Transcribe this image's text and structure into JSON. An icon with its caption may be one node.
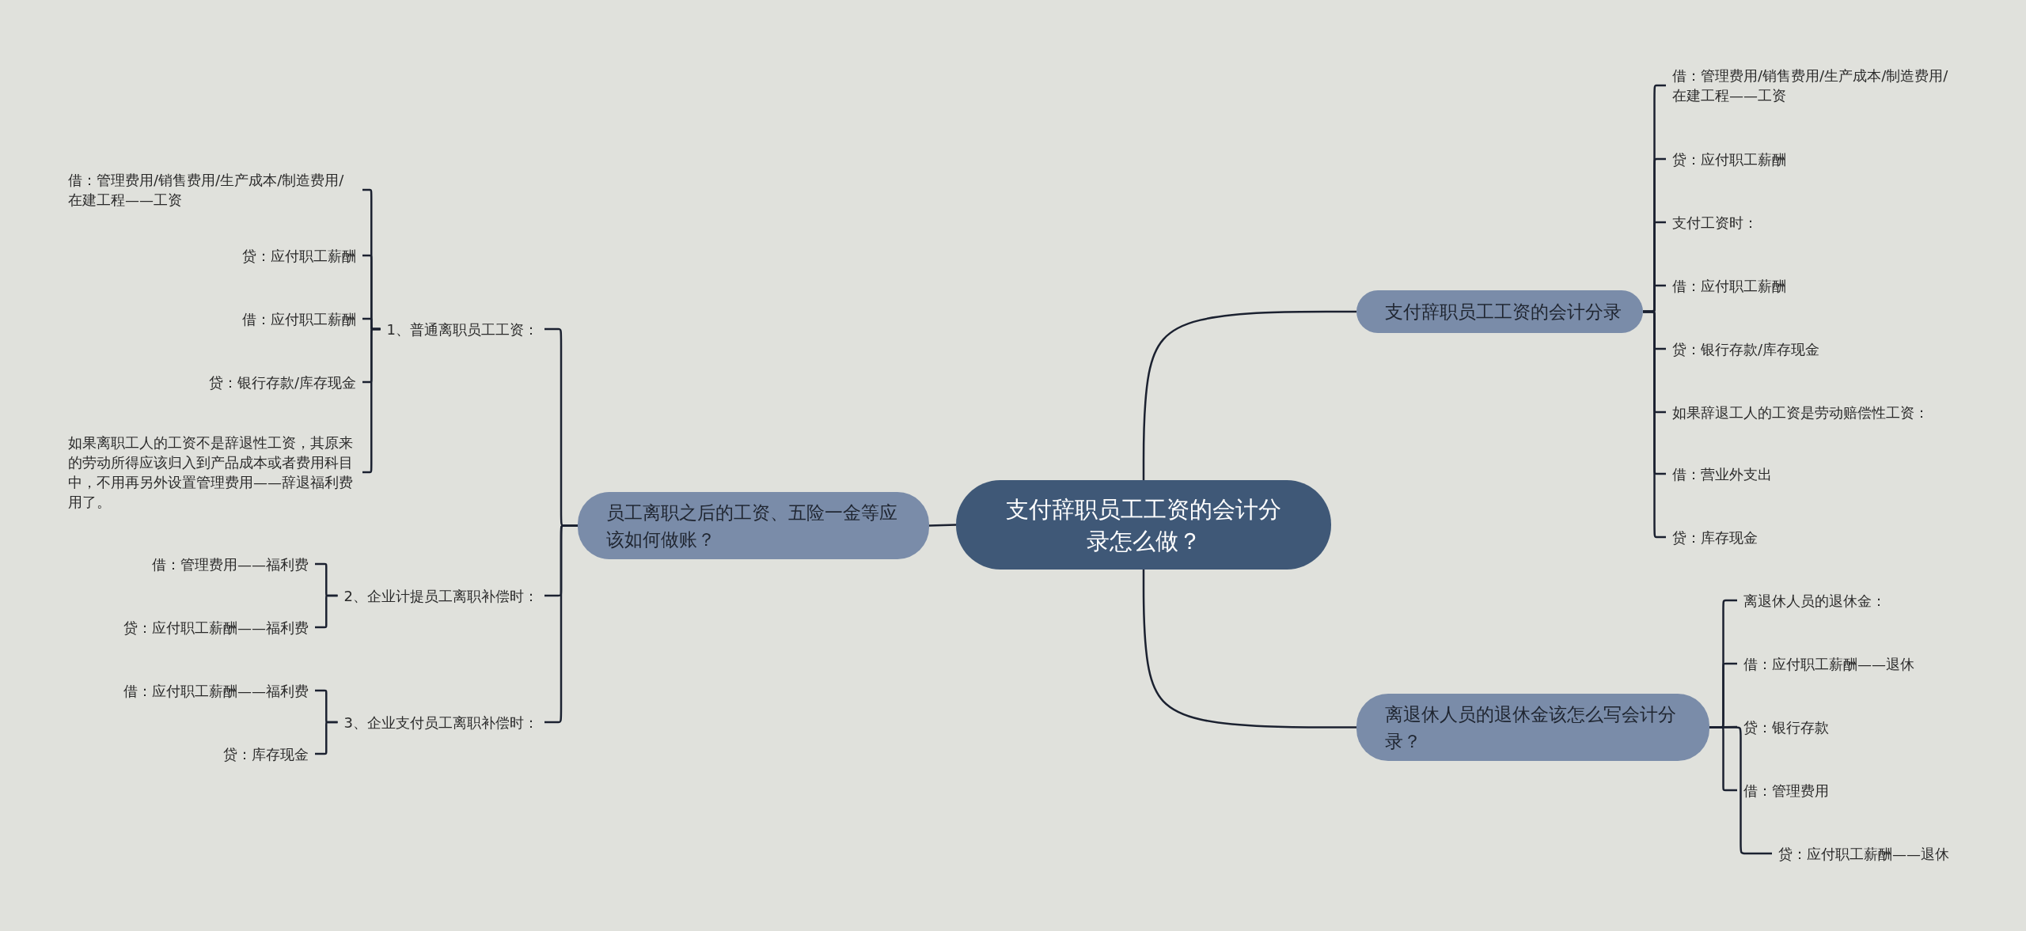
{
  "diagram": {
    "nodes": [
      {
        "text": [
          "支付辞职员工工资的会计分录怎么做？"
        ]
      },
      {
        "text": [
          "员工离职之后的工资、五险一金等应该如何做账？"
        ]
      },
      {
        "text": [
          "1、普通离职员工工资："
        ]
      },
      {
        "text": [
          "借：管理费用/销售费用/生产成本/制造费用/在建工程——工资"
        ]
      },
      {
        "text": [
          "贷：应付职工薪酬"
        ]
      },
      {
        "text": [
          "借：应付职工薪酬"
        ]
      },
      {
        "text": [
          "贷：银行存款/库存现金"
        ]
      },
      {
        "text": [
          "如果离职工人的工资不是辞退性工资，其原来的劳动所得应该归入到产品成本或者费用科目中，不用再另外设置管理费用——辞退福利费用了。"
        ]
      },
      {
        "text": [
          "2、企业计提员工离职补偿时："
        ]
      },
      {
        "text": [
          "借：管理费用——福利费"
        ]
      },
      {
        "text": [
          "贷：应付职工薪酬——福利费"
        ]
      },
      {
        "text": [
          "3、企业支付员工离职补偿时："
        ]
      },
      {
        "text": [
          "借：应付职工薪酬——福利费"
        ]
      },
      {
        "text": [
          "贷：库存现金"
        ]
      },
      {
        "text": [
          "支付辞职员工工资的会计分录"
        ]
      },
      {
        "text": [
          "借：管理费用/销售费用/生产成本/制造费用/在建工程——工资"
        ]
      },
      {
        "text": [
          "贷：应付职工薪酬"
        ]
      },
      {
        "text": [
          "支付工资时："
        ]
      },
      {
        "text": [
          "借：应付职工薪酬"
        ]
      },
      {
        "text": [
          "贷：银行存款/库存现金"
        ]
      },
      {
        "text": [
          "如果辞退工人的工资是劳动赔偿性工资："
        ]
      },
      {
        "text": [
          "借：营业外支出"
        ]
      },
      {
        "text": [
          "贷：库存现金"
        ]
      },
      {
        "text": [
          "离退休人员的退休金该怎么写会计分录？"
        ]
      },
      {
        "text": [
          "离退休人员的退休金："
        ]
      },
      {
        "text": [
          "借：应付职工薪酬——退休"
        ]
      },
      {
        "text": [
          "贷：银行存款"
        ]
      },
      {
        "text": [
          "借：管理费用"
        ]
      },
      {
        "text": [
          "贷：应付职工薪酬——退休"
        ]
      }
    ],
    "edges": [
      {
        "from": 0,
        "to": 1,
        "arrow": "none"
      },
      {
        "from": 1,
        "to": 2,
        "arrow": "none"
      },
      {
        "from": 2,
        "to": 3,
        "arrow": "none"
      },
      {
        "from": 2,
        "to": 4,
        "arrow": "none"
      },
      {
        "from": 2,
        "to": 5,
        "arrow": "none"
      },
      {
        "from": 2,
        "to": 6,
        "arrow": "none"
      },
      {
        "from": 2,
        "to": 7,
        "arrow": "none"
      },
      {
        "from": 1,
        "to": 8,
        "arrow": "none"
      },
      {
        "from": 8,
        "to": 9,
        "arrow": "none"
      },
      {
        "from": 8,
        "to": 10,
        "arrow": "none"
      },
      {
        "from": 1,
        "to": 11,
        "arrow": "none"
      },
      {
        "from": 11,
        "to": 12,
        "arrow": "none"
      },
      {
        "from": 11,
        "to": 13,
        "arrow": "none"
      },
      {
        "from": 0,
        "to": 14,
        "arrow": "none"
      },
      {
        "from": 14,
        "to": 15,
        "arrow": "none"
      },
      {
        "from": 14,
        "to": 16,
        "arrow": "none"
      },
      {
        "from": 14,
        "to": 17,
        "arrow": "none"
      },
      {
        "from": 14,
        "to": 18,
        "arrow": "none"
      },
      {
        "from": 14,
        "to": 19,
        "arrow": "none"
      },
      {
        "from": 14,
        "to": 20,
        "arrow": "none"
      },
      {
        "from": 14,
        "to": 21,
        "arrow": "none"
      },
      {
        "from": 14,
        "to": 22,
        "arrow": "none"
      },
      {
        "from": 0,
        "to": 23,
        "arrow": "none"
      },
      {
        "from": 23,
        "to": 24,
        "arrow": "none"
      },
      {
        "from": 23,
        "to": 25,
        "arrow": "none"
      },
      {
        "from": 23,
        "to": 26,
        "arrow": "none"
      },
      {
        "from": 23,
        "to": 27,
        "arrow": "none"
      },
      {
        "from": 23,
        "to": 28,
        "arrow": "none"
      }
    ]
  }
}
